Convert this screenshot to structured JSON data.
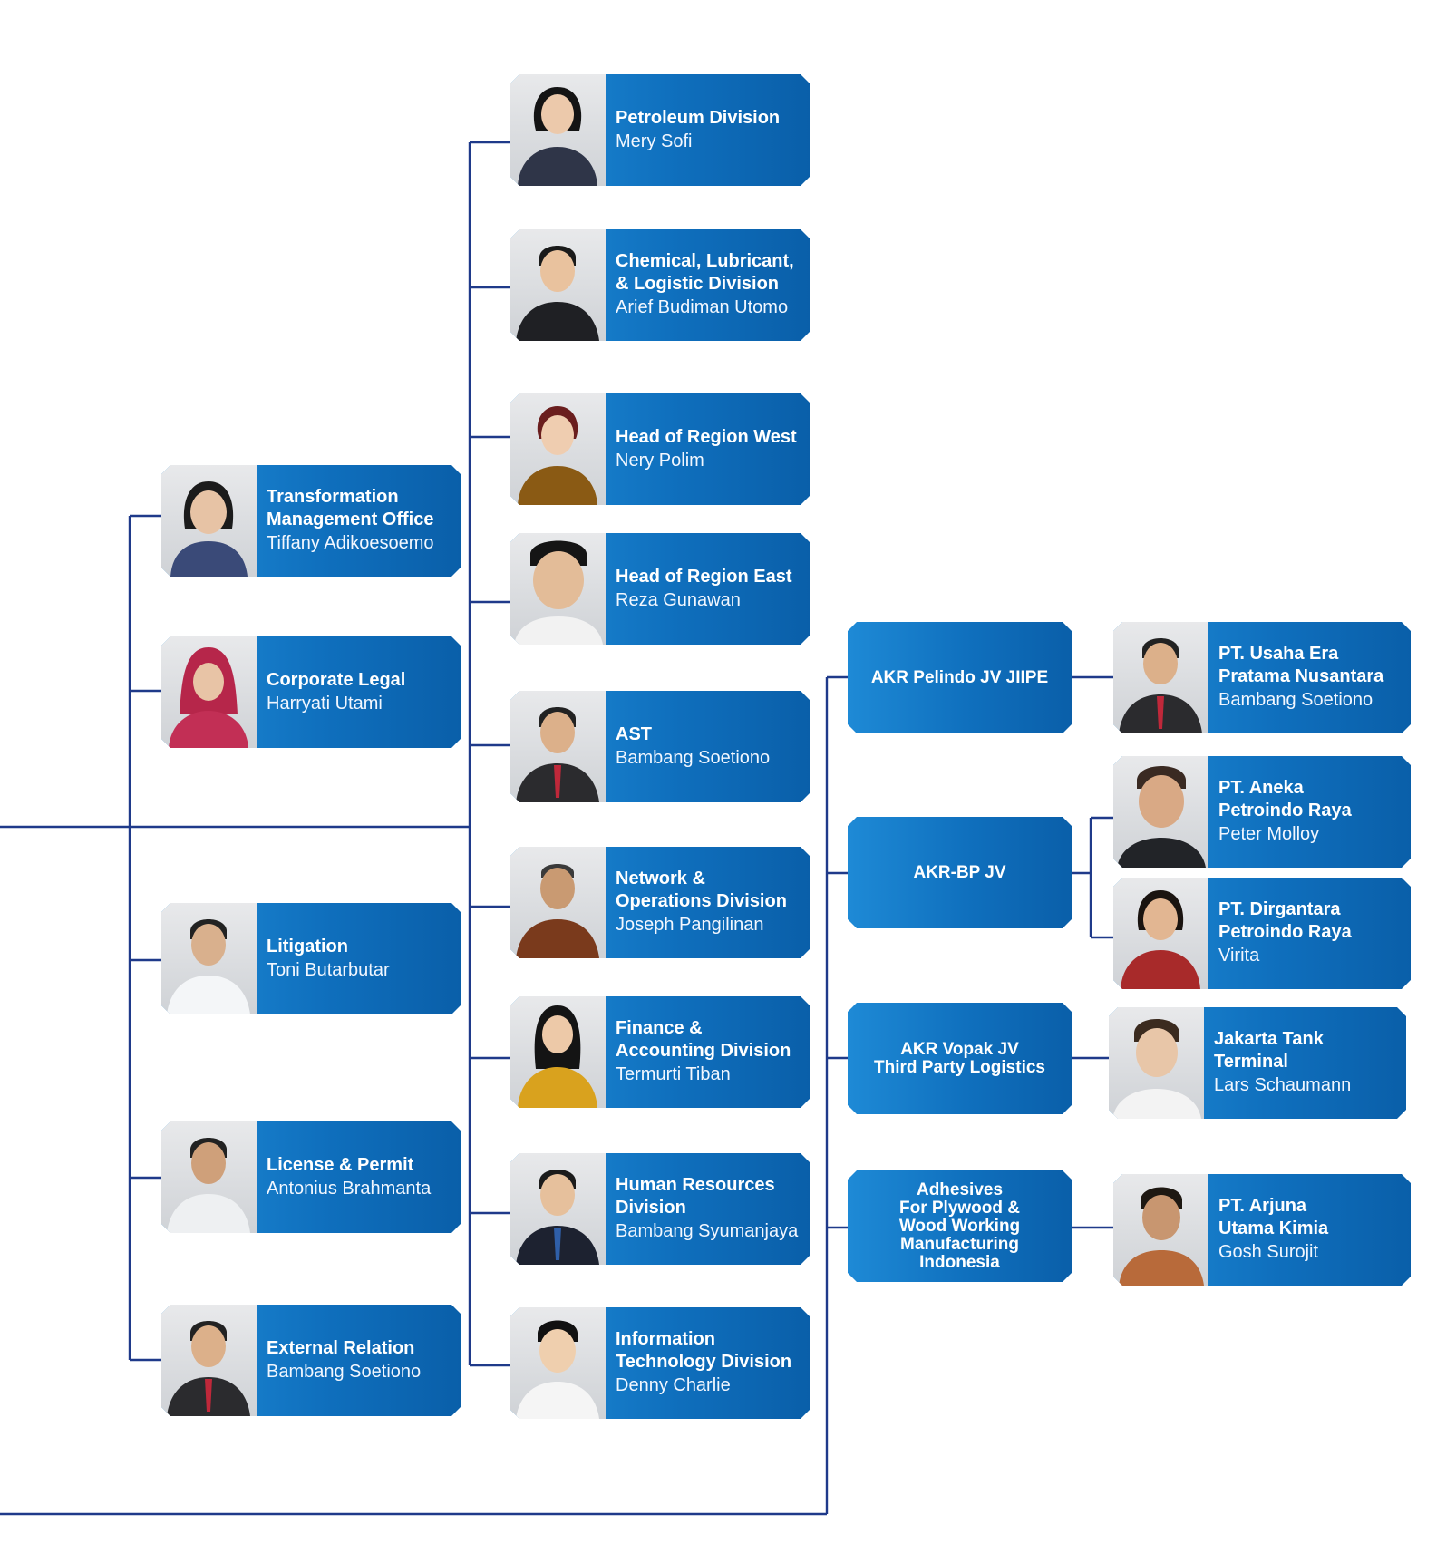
{
  "colors": {
    "connector": "#1f3a8a",
    "card_blue": "#0f6fbd",
    "photo_bg": "#d8dadd"
  },
  "left_column": [
    {
      "title": "Transformation\nManagement Office",
      "person": "Tiffany Adikoesoemo",
      "photo": "woman-portrait-icon"
    },
    {
      "title": "Corporate Legal",
      "person": "Harryati Utami",
      "photo": "woman-hijab-portrait-icon"
    },
    {
      "title": "Litigation",
      "person": "Toni Butarbutar",
      "photo": "man-portrait-icon"
    },
    {
      "title": "License & Permit",
      "person": "Antonius Brahmanta",
      "photo": "man-portrait-icon"
    },
    {
      "title": "External Relation",
      "person": "Bambang Soetiono",
      "photo": "man-portrait-icon"
    }
  ],
  "middle_column": [
    {
      "title": "Petroleum Division",
      "person": "Mery Sofi",
      "photo": "woman-portrait-icon"
    },
    {
      "title": "Chemical, Lubricant,\n& Logistic Division",
      "person": "Arief Budiman Utomo",
      "photo": "man-portrait-icon"
    },
    {
      "title": "Head of Region West",
      "person": "Nery Polim",
      "photo": "woman-portrait-icon"
    },
    {
      "title": "Head of Region East",
      "person": "Reza Gunawan",
      "photo": "man-portrait-icon"
    },
    {
      "title": "AST",
      "person": "Bambang Soetiono",
      "photo": "man-portrait-icon"
    },
    {
      "title": "Network &\nOperations Division",
      "person": "Joseph Pangilinan",
      "photo": "man-portrait-icon"
    },
    {
      "title": "Finance &\nAccounting Division",
      "person": "Termurti Tiban",
      "photo": "woman-portrait-icon"
    },
    {
      "title": "Human Resources\nDivision",
      "person": "Bambang Syumanjaya",
      "photo": "man-portrait-icon"
    },
    {
      "title": "Information\nTechnology Division",
      "person": "Denny Charlie",
      "photo": "man-portrait-icon"
    }
  ],
  "joint_ventures": [
    {
      "title": "AKR Pelindo JV JIIPE"
    },
    {
      "title": "AKR-BP JV"
    },
    {
      "title": "AKR Vopak JV\nThird Party Logistics"
    },
    {
      "title": "Adhesives\nFor Plywood &\nWood Working\nManufacturing\nIndonesia"
    }
  ],
  "subsidiaries": [
    {
      "title": "PT. Usaha Era\nPratama Nusantara",
      "person": "Bambang Soetiono",
      "photo": "man-portrait-icon"
    },
    {
      "title": "PT. Aneka\nPetroindo Raya",
      "person": "Peter Molloy",
      "photo": "man-portrait-icon"
    },
    {
      "title": "PT. Dirgantara\nPetroindo Raya",
      "person": "Virita",
      "photo": "woman-portrait-icon"
    },
    {
      "title": "Jakarta Tank\nTerminal",
      "person": "Lars Schaumann",
      "photo": "man-portrait-icon"
    },
    {
      "title": "PT. Arjuna\nUtama Kimia",
      "person": "Gosh Surojit",
      "photo": "man-portrait-icon"
    }
  ]
}
